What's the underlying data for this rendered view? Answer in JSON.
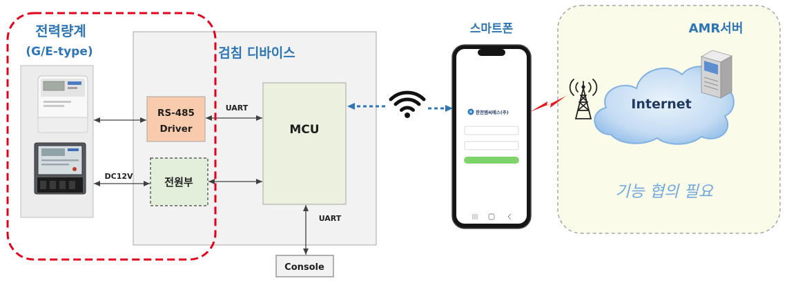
{
  "meter_group": {
    "title": "전력량계",
    "subtitle": "(G/E-type)"
  },
  "device": {
    "title": "검침 디바이스",
    "rs485_line1": "RS-485",
    "rs485_line2": "Driver",
    "power_label": "전원부",
    "mcu_label": "MCU"
  },
  "links": {
    "rs485_mcu_label": "UART",
    "meter_power_label": "DC12V",
    "mcu_console_label": "UART"
  },
  "console": {
    "label": "Console"
  },
  "smartphone": {
    "title": "스마트폰",
    "app_brand": "한전엠씨에스(주)"
  },
  "amr_server": {
    "title": "AMR서버",
    "cloud_label": "Internet",
    "note": "기능 협의 필요"
  },
  "icons": {
    "meter_top": "electric-meter-icon",
    "meter_bottom": "electric-meter-icon",
    "wireless": "wifi-icon",
    "phone": "smartphone-icon",
    "lightning": "lightning-icon",
    "tower": "cell-tower-icon",
    "server": "server-icon"
  },
  "colors": {
    "title_blue": "#2e75b6",
    "boundary_red": "#e3001b",
    "rs485_fill": "#f8cbad",
    "power_fill": "#e2efda",
    "mcu_fill": "#ebf1de",
    "wireless_link_blue": "#2e75b6",
    "lightning_red": "#e8161b",
    "amr_zone_fill": "#fbfbe9",
    "note_blue": "#6fa8dc"
  }
}
